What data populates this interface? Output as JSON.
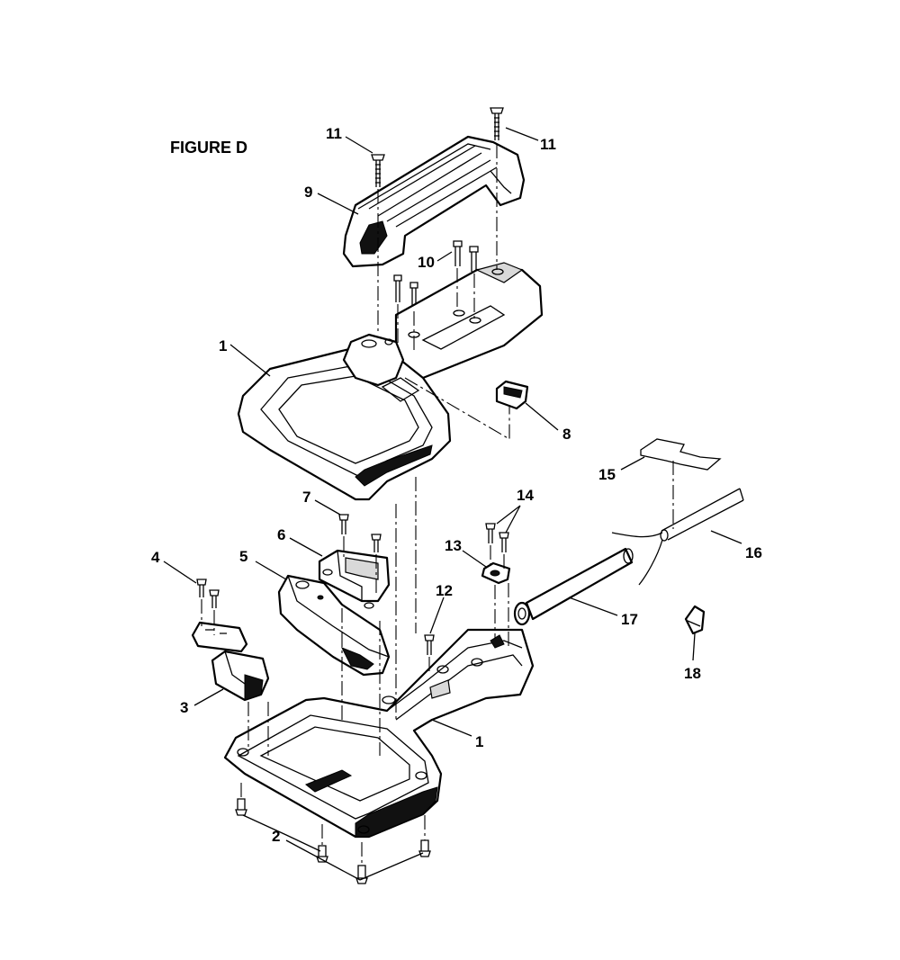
{
  "figure": {
    "title": "FIGURE D"
  },
  "callouts": [
    {
      "id": "c11a",
      "text": "11"
    },
    {
      "id": "c11b",
      "text": "11"
    },
    {
      "id": "c9",
      "text": "9"
    },
    {
      "id": "c10",
      "text": "10"
    },
    {
      "id": "c1a",
      "text": "1"
    },
    {
      "id": "c8",
      "text": "8"
    },
    {
      "id": "c15",
      "text": "15"
    },
    {
      "id": "c7",
      "text": "7"
    },
    {
      "id": "c14",
      "text": "14"
    },
    {
      "id": "c6",
      "text": "6"
    },
    {
      "id": "c13",
      "text": "13"
    },
    {
      "id": "c16",
      "text": "16"
    },
    {
      "id": "c5",
      "text": "5"
    },
    {
      "id": "c4",
      "text": "4"
    },
    {
      "id": "c12",
      "text": "12"
    },
    {
      "id": "c17",
      "text": "17"
    },
    {
      "id": "c18",
      "text": "18"
    },
    {
      "id": "c3",
      "text": "3"
    },
    {
      "id": "c1b",
      "text": "1"
    },
    {
      "id": "c2",
      "text": "2"
    }
  ]
}
